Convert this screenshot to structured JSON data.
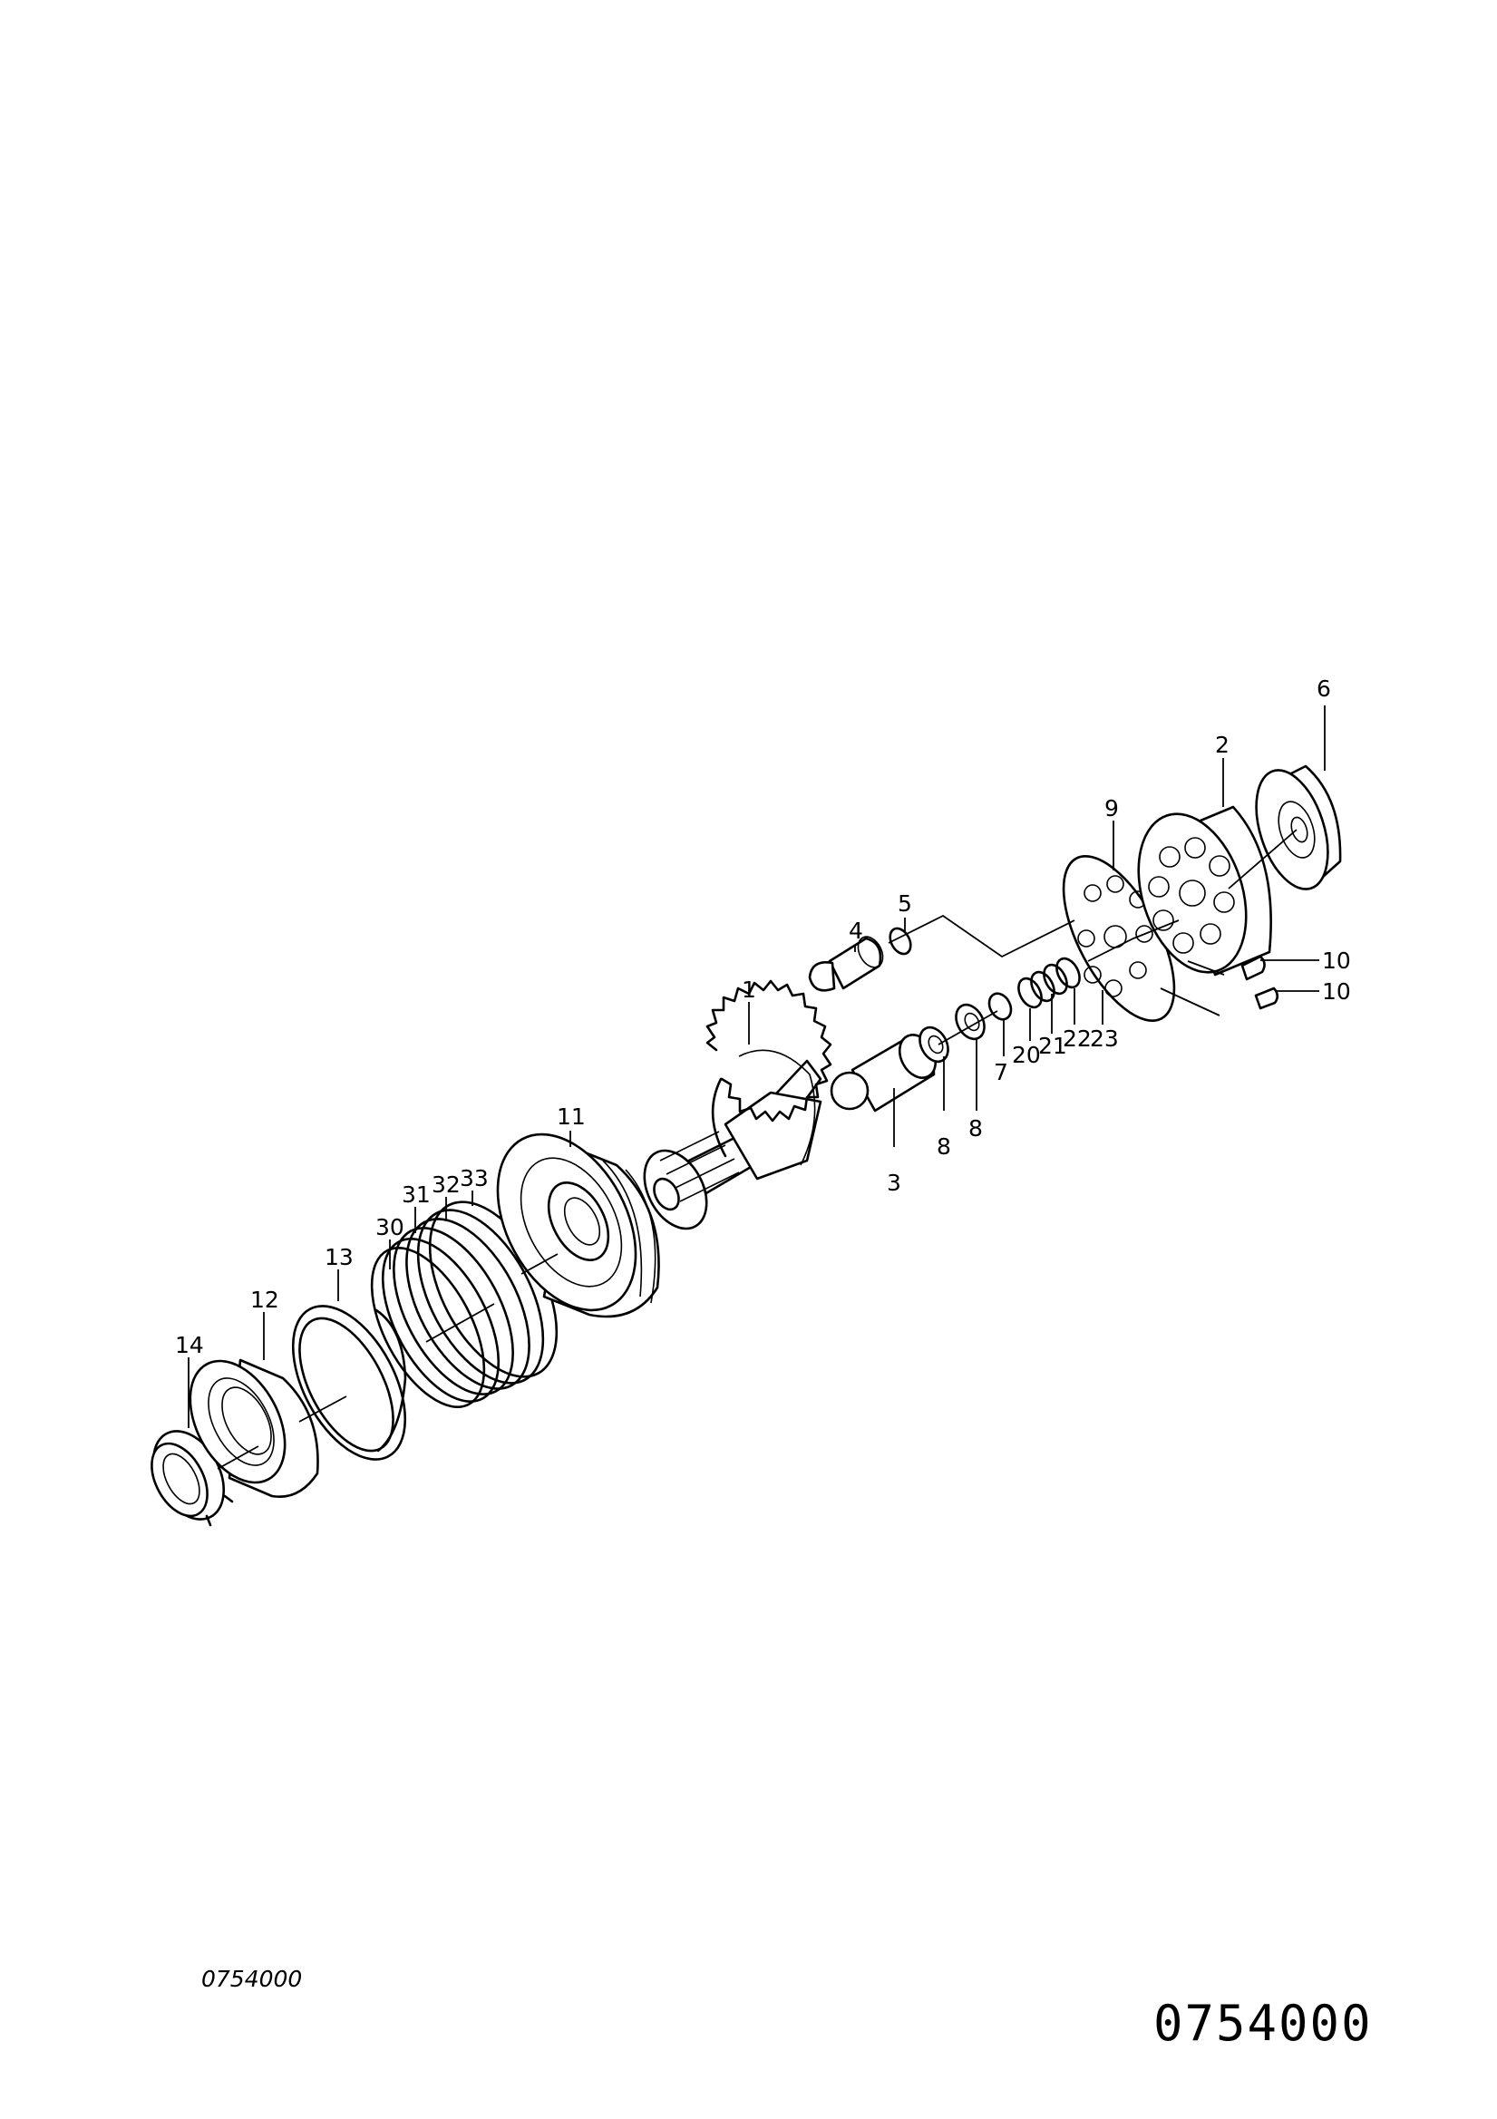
{
  "parts": [
    {
      "id": "p1",
      "label": "1"
    },
    {
      "id": "p2",
      "label": "2"
    },
    {
      "id": "p3",
      "label": "3"
    },
    {
      "id": "p4",
      "label": "4"
    },
    {
      "id": "p5",
      "label": "5"
    },
    {
      "id": "p6",
      "label": "6"
    },
    {
      "id": "p7",
      "label": "7"
    },
    {
      "id": "p8a",
      "label": "8"
    },
    {
      "id": "p8b",
      "label": "8"
    },
    {
      "id": "p9",
      "label": "9"
    },
    {
      "id": "p10a",
      "label": "10"
    },
    {
      "id": "p10b",
      "label": "10"
    },
    {
      "id": "p11",
      "label": "11"
    },
    {
      "id": "p12",
      "label": "12"
    },
    {
      "id": "p13",
      "label": "13"
    },
    {
      "id": "p14",
      "label": "14"
    },
    {
      "id": "p20",
      "label": "20"
    },
    {
      "id": "p21",
      "label": "21"
    },
    {
      "id": "p22",
      "label": "22"
    },
    {
      "id": "p23",
      "label": "23"
    },
    {
      "id": "p30",
      "label": "30"
    },
    {
      "id": "p31",
      "label": "31"
    },
    {
      "id": "p32",
      "label": "32"
    },
    {
      "id": "p33",
      "label": "33"
    }
  ],
  "drawing_id_small": "0754000",
  "drawing_id_large": "0754000"
}
